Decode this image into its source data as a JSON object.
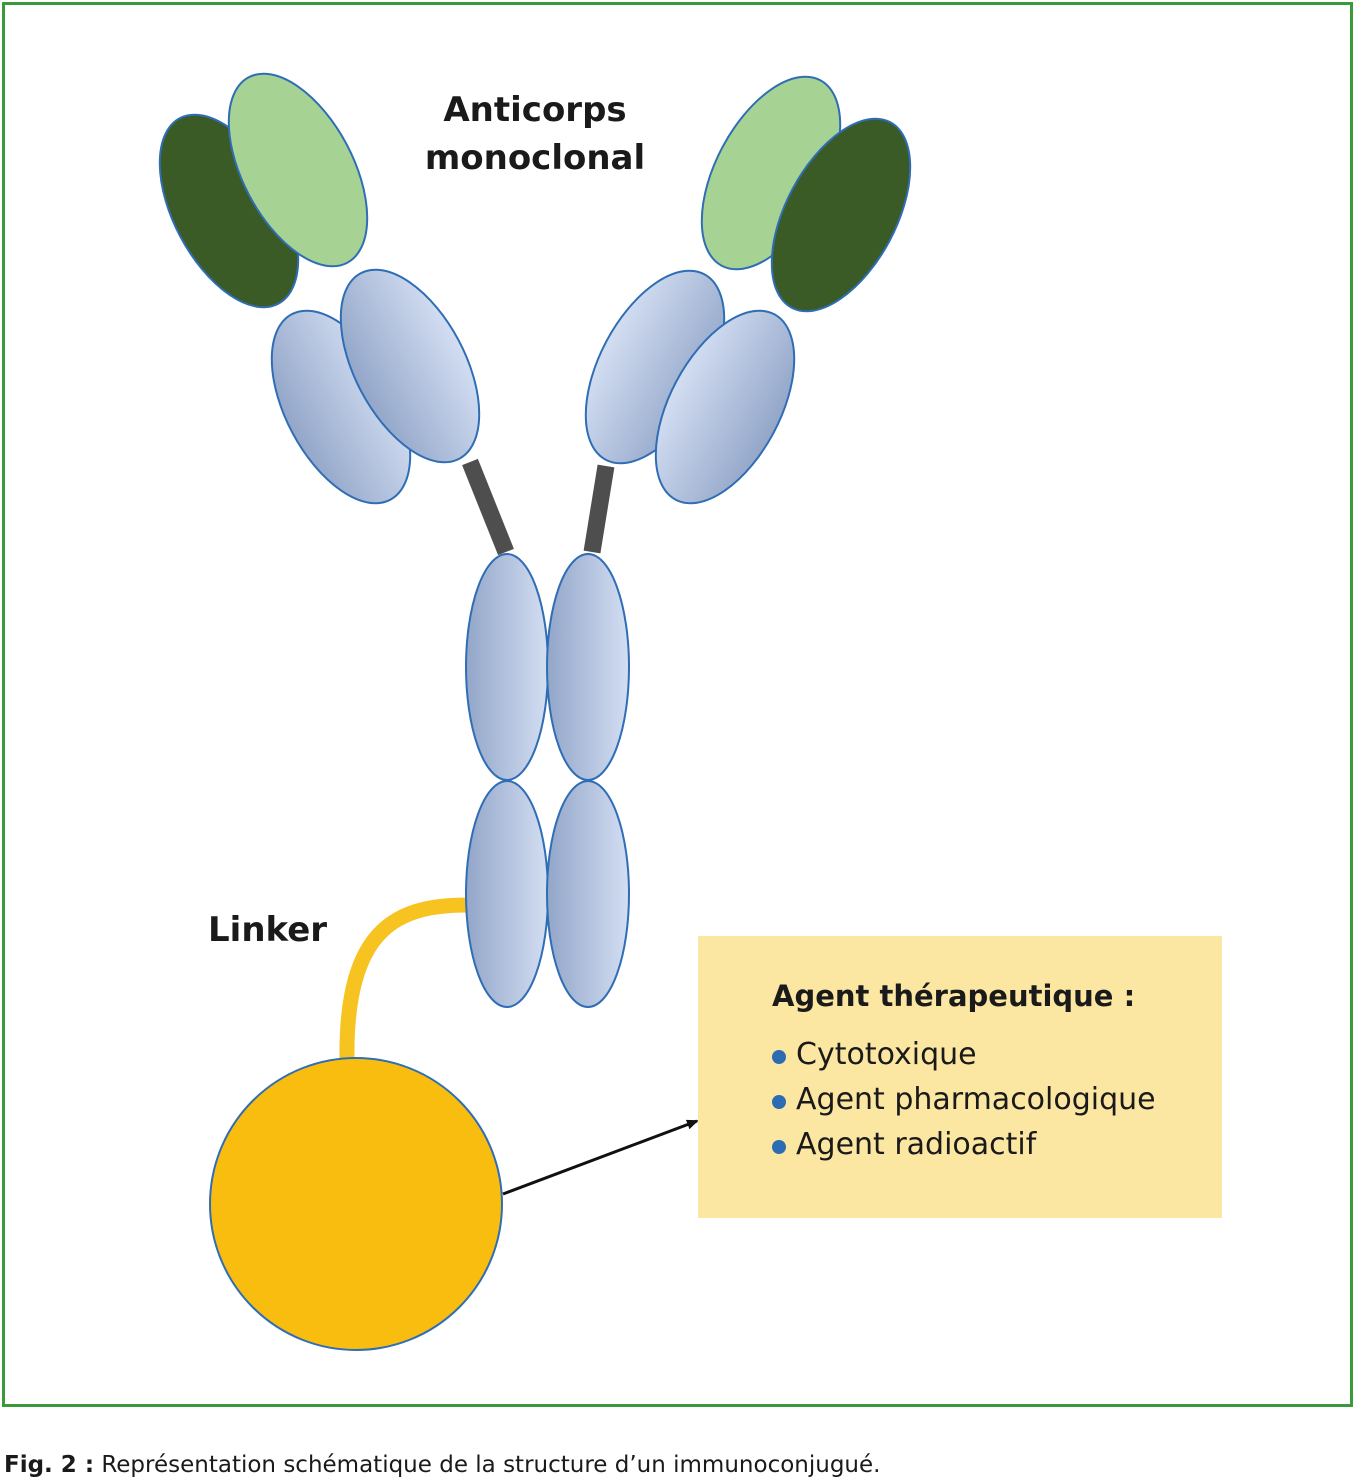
{
  "diagram": {
    "antibody_title": [
      "Anticorps",
      "monoclonal"
    ],
    "linker_label": "Linker",
    "agent_box": {
      "title": "Agent thérapeutique :",
      "items": [
        "Cytotoxique",
        "Agent pharmacologique",
        "Agent radioactif"
      ]
    }
  },
  "caption": {
    "prefix": "Fig. 2 :",
    "text": "Représentation schématique de la structure d’un immunoconjugué."
  },
  "colors": {
    "frame": "#3a9a3a",
    "domain_fill_light": "#cbd8ee",
    "domain_fill_dark": "#93a6c9",
    "domain_stroke": "#2f6db5",
    "variable_light": "#a6d293",
    "variable_dark": "#3a5a26",
    "hinge": "#4e4e4e",
    "linker": "#f7c320",
    "payload": "#f9bd10",
    "payload_stroke": "#2f6db5",
    "agent_box_bg": "#fbe6a2",
    "bullet": "#2b6cb3"
  }
}
